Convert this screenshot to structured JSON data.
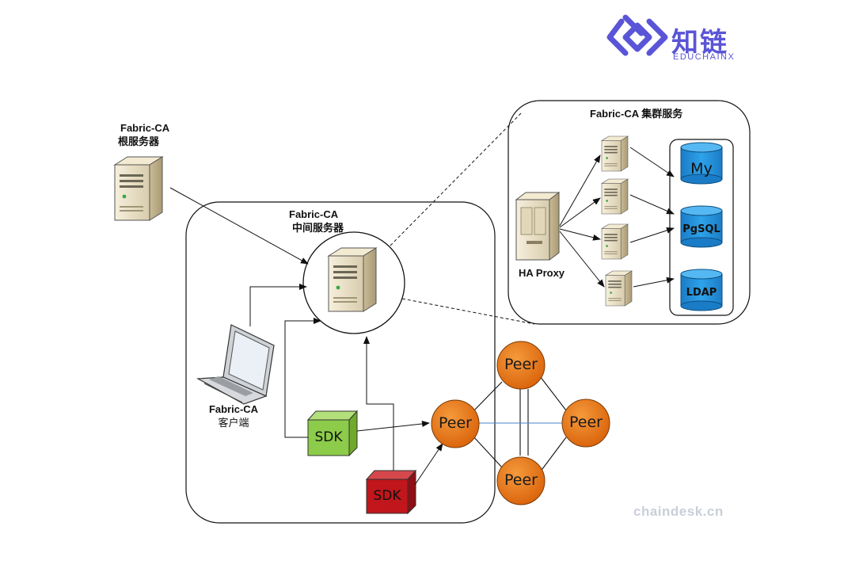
{
  "brand": {
    "name": "知链",
    "subtitle": "EDUCHAINX"
  },
  "watermark": "chaindesk.cn",
  "root_server": {
    "line1": "Fabric-CA",
    "line2": "根服务器"
  },
  "intermediate_server": {
    "line1": "Fabric-CA",
    "line2": "中间服务器"
  },
  "client": {
    "line1": "Fabric-CA",
    "line2": "客户端"
  },
  "cluster": {
    "title": "Fabric-CA 集群服务",
    "proxy_label": "HA Proxy"
  },
  "databases": [
    "My",
    "PgSQL",
    "LDAP"
  ],
  "sdks": [
    "SDK",
    "SDK"
  ],
  "peers": [
    "Peer",
    "Peer",
    "Peer",
    "Peer"
  ],
  "colors": {
    "brand": "#5a55d6",
    "peer_fill": "#e8720c",
    "sdk_green": "#8ccc4a",
    "sdk_red": "#c0161c",
    "db_blue": "#1f8fdc",
    "server_body": "#efe6cf"
  }
}
